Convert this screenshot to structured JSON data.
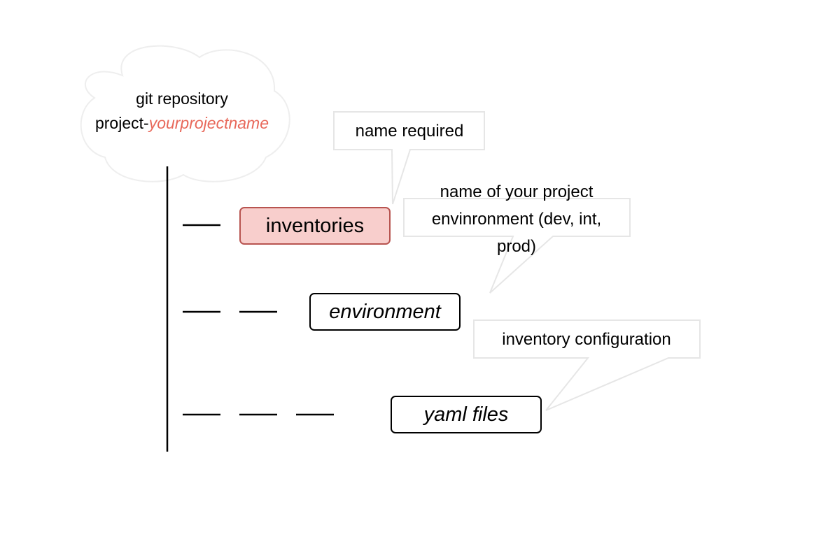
{
  "repository": {
    "line1": "git repository",
    "prefix": "project-",
    "name": "yourprojectname"
  },
  "nodes": {
    "inventories": "inventories",
    "environment": "environment",
    "yaml_files": "yaml files"
  },
  "callouts": {
    "name_required": "name required",
    "env_line1": "name of your project",
    "env_line2": "envinronment (dev, int,",
    "env_line3": "prod)",
    "inventory_config": "inventory configuration"
  },
  "colors": {
    "accent": "#e8685a",
    "highlight_fill": "#f8cecc",
    "highlight_stroke": "#b85450",
    "callout_stroke": "#e6e6e6"
  }
}
